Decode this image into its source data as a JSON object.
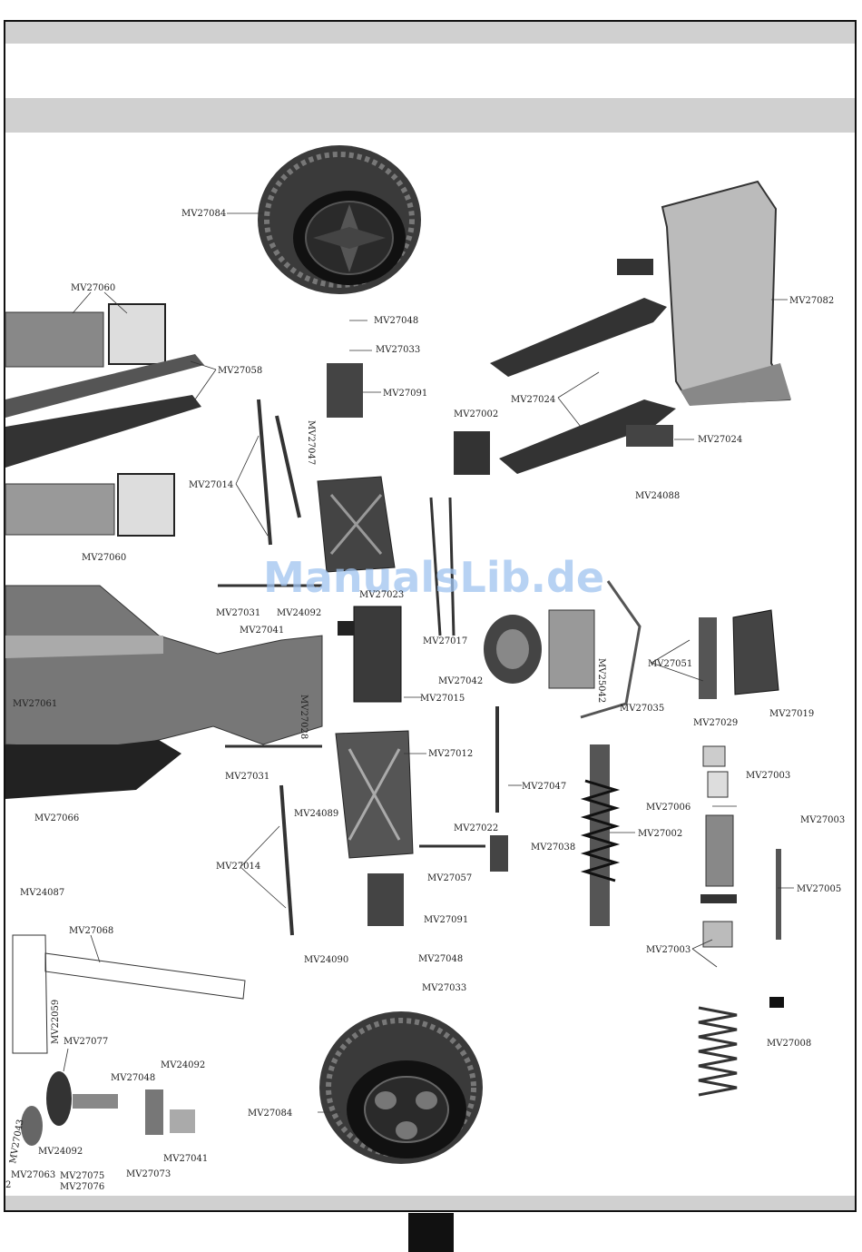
{
  "watermark": "ManualsLib.de",
  "page_number_fragment": "2",
  "labels": {
    "mv27084_top": "MV27084",
    "mv27084_bottom": "MV27084",
    "mv27060_top": "MV27060",
    "mv27060_bottom": "MV27060",
    "mv27058": "MV27058",
    "mv27048_a": "MV27048",
    "mv27048_b": "MV27048",
    "mv27048_c": "MV27048",
    "mv27033_a": "MV27033",
    "mv27033_b": "MV27033",
    "mv27091_a": "MV27091",
    "mv27091_b": "MV27091",
    "mv27047_a": "MV27047",
    "mv27047_b": "MV27047",
    "mv27014_a": "MV27014",
    "mv27014_b": "MV27014",
    "mv27002_a": "MV27002",
    "mv27002_b": "MV27002",
    "mv27082": "MV27082",
    "mv27024_a": "MV27024",
    "mv27024_b": "MV27024",
    "mv24088": "MV24088",
    "mv27031_a": "MV27031",
    "mv27031_b": "MV27031",
    "mv24092_a": "MV24092",
    "mv24092_b": "MV24092",
    "mv24092_c": "MV24092",
    "mv27041_a": "MV27041",
    "mv27041_b": "MV27041",
    "mv27023": "MV27023",
    "mv27017": "MV27017",
    "mv27042": "MV27042",
    "mv25042": "MV25042",
    "mv27015": "MV27015",
    "mv27035": "MV27035",
    "mv27051": "MV27051",
    "mv27029": "MV27029",
    "mv27019": "MV27019",
    "mv27061": "MV27061",
    "mv27028": "MV27028",
    "mv27012": "MV27012",
    "mv27003_a": "MV27003",
    "mv27003_b": "MV27003",
    "mv27003_c": "MV27003",
    "mv27006": "MV27006",
    "mv27066": "MV27066",
    "mv24089": "MV24089",
    "mv27022": "MV27022",
    "mv27038": "MV27038",
    "mv27005": "MV27005",
    "mv27057": "MV27057",
    "mv24087": "MV24087",
    "mv27068": "MV27068",
    "mv24090": "MV24090",
    "mv22059": "MV22059",
    "mv27077": "MV27077",
    "mv27008": "MV27008",
    "mv27043": "MV27043",
    "mv27063": "MV27063",
    "mv27075": "MV27075",
    "mv27076": "MV27076",
    "mv27073": "MV27073"
  }
}
